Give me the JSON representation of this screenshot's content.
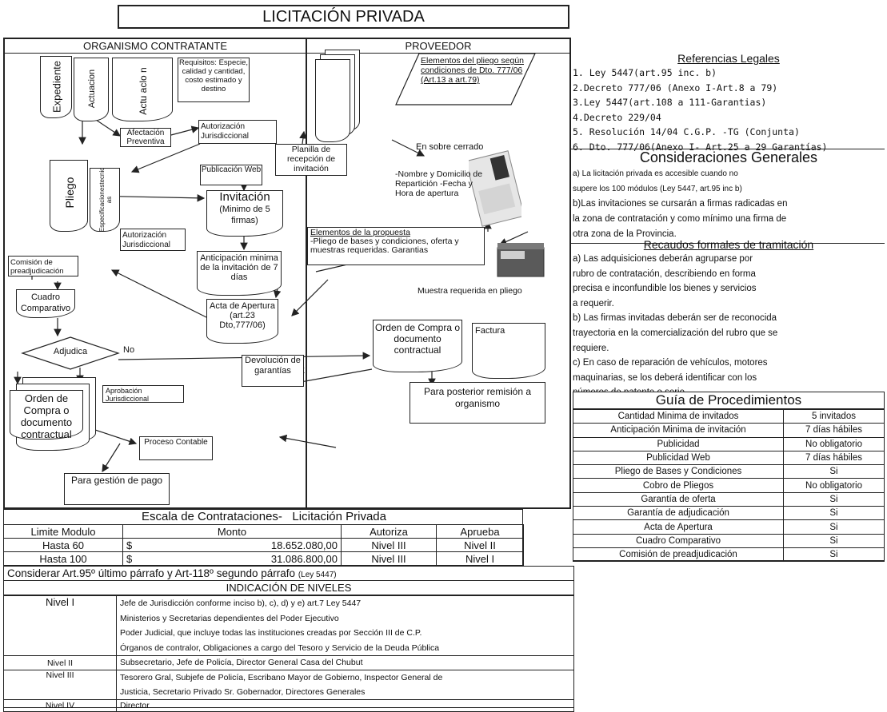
{
  "title": "LICITACIÓN PRIVADA",
  "flow": {
    "org_header": "ORGANISMO CONTRATANTE",
    "prov_header": "PROVEEDOR",
    "expediente": "Expediente",
    "actuacion": "Actuacion",
    "actuacion2": "Actu aclo n",
    "requisitos": "Requisitos: Especie, calidad y cantidad, costo estimado y destino",
    "afectacion": "Afectación Preventiva",
    "autorizacion1": "Autorización Jurisdiccional",
    "pliego": "Pliego",
    "especificaciones": "Especificacionestecnic as",
    "publicacion_web": "Publicación Web",
    "invitacion": "Invitación",
    "minimo": "(Minimo de 5 firmas)",
    "autorizacion2": "Autorización Jurisdiccional",
    "anticipacion": "Anticipación minima de la invitación de 7 días",
    "planilla": "Planilla de recepción de invitación",
    "elementos_pliego": "Elementos del pliego según condiciones de Dto. 777/06 (Art.13 a art.79)",
    "sobre_cerrado": "En sobre cerrado",
    "sobre_texto": "-Nombre y Domicilio de Repartición -Fecha y Hora de apertura",
    "elementos_propuesta_title": "Elementos de la propuesta",
    "elementos_propuesta": "-Pliego de bases y condiciones, oferta y muestras requeridas. Garantias",
    "muestra": "Muestra requerida en pliego",
    "comision": "Comisión de preadjudicación",
    "cuadro": "Cuadro Comparativo",
    "acta": "Acta de Apertura (art.23 Dto,777/06)",
    "adjudica": "Adjudica",
    "no": "No",
    "devolucion": "Devolución de garantías",
    "orden_prov": "Orden de Compra o documento contractual",
    "factura": "Factura",
    "posterior": "Para posterior remisión a organismo",
    "aprobacion": "Aprobación Jurisdiccional",
    "orden_org": "Orden de Compra o documento contractual",
    "proceso": "Proceso Contable",
    "pago": "Para gestión de pago"
  },
  "escala": {
    "title": "Escala de Contrataciones-   Licitación Privada",
    "headers": [
      "Limite Modulo",
      "Monto",
      "Autoriza",
      "Aprueba"
    ],
    "rows": [
      {
        "limite": "Hasta 60",
        "cur": "$",
        "monto": "18.652.080,00",
        "autoriza": "Nivel III",
        "aprueba": "Nivel II"
      },
      {
        "limite": "Hasta 100",
        "cur": "$",
        "monto": "31.086.800,00",
        "autoriza": "Nivel III",
        "aprueba": "Nivel I"
      }
    ],
    "note": "Considerar Art.95º último párrafo y Art-118º segundo párrafo",
    "note_small": "(Ley 5447)"
  },
  "niveles": {
    "title": "INDICACIÓN DE NIVELES",
    "rows": [
      {
        "nivel": "Nivel I",
        "lines": [
          "Jefe de Jurisdicción conforme inciso b), c), d) y e) art.7 Ley 5447",
          "Ministerios y Secretarias dependientes del Poder Ejecutivo",
          "Poder Judicial, que incluye todas las instituciones creadas por Sección III de C.P.",
          "Órganos de contralor, Obligaciones a cargo del Tesoro y Servicio de la Deuda Pública"
        ]
      },
      {
        "nivel": "Nivel II",
        "lines": [
          "Subsecretario, Jefe de Policía, Director General Casa del Chubut"
        ]
      },
      {
        "nivel": "Nivel III",
        "lines": [
          "Tesorero Gral, Subjefe de Policía, Escribano Mayor de Gobierno, Inspector General de",
          "Justicia, Secretario Privado Sr. Gobernador, Directores Generales"
        ]
      },
      {
        "nivel": "Nivel IV",
        "lines": [
          "Director"
        ]
      }
    ]
  },
  "referencias": {
    "title": "Referencias Legales",
    "items": [
      "1. Ley 5447(art.95 inc. b)",
      "2.Decreto 777/06 (Anexo I-Art.8 a 79)",
      "3.Ley 5447(art.108 a 111-Garantias)",
      "4.Decreto 229/04",
      "5. Resolución 14/04 C.G.P. -TG (Conjunta)",
      "6. Dto. 777/06(Anexo I- Art.25 a 29 Garantías)"
    ]
  },
  "consideraciones": {
    "title": "Consideraciones Generales",
    "lines": [
      "a) La licitación privada es accesible cuando no",
      "supere los 100 módulos (Ley 5447, art.95 inc b)",
      "b)Las invitaciones se cursarán a firmas radicadas en",
      "la zona de contratación y como mínimo una firma de",
      "otra zona de la Provincia."
    ]
  },
  "recaudos": {
    "title": "Recaudos formales de tramitación",
    "lines": [
      "a) Las adquisiciones deberán agruparse por",
      "rubro de contratación, describiendo en forma",
      "precisa e inconfundible los bienes y servicios",
      "a requerir.",
      "b) Las firmas invitadas deberán ser de reconocida",
      "trayectoria en la comercialización del rubro que se",
      "requiere.",
      "c) En caso de reparación de vehículos, motores",
      "maquinarias, se los deberá identificar con los",
      "números de patente o serie."
    ]
  },
  "guia": {
    "title": "Guía de Procedimientos",
    "rows": [
      [
        "Cantidad Minima de invitados",
        "5 invitados"
      ],
      [
        "Anticipación Minima de invitación",
        "7 días hábiles"
      ],
      [
        "Publicidad",
        "No obligatorio"
      ],
      [
        "Publicidad Web",
        "7 días hábiles"
      ],
      [
        "Pliego de Bases y Condiciones",
        "Si"
      ],
      [
        "Cobro de Pliegos",
        "No obligatorio"
      ],
      [
        "Garantía de oferta",
        "Si"
      ],
      [
        "Garantía de adjudicación",
        "Si"
      ],
      [
        "Acta de Apertura",
        "Si"
      ],
      [
        "Cuadro Comparativo",
        "Si"
      ],
      [
        "Comisión de preadjudicación",
        "Si"
      ]
    ]
  }
}
